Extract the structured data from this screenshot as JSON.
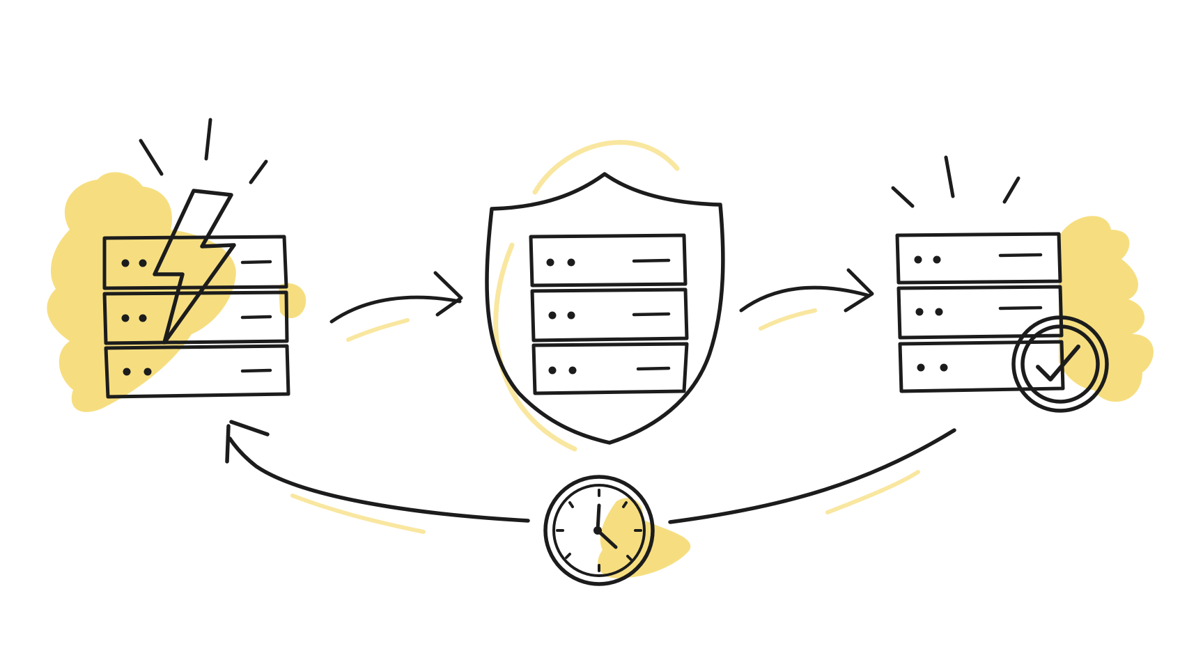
{
  "style": {
    "ink": "#1c1c1c",
    "accent": "#f6de80",
    "accent_light": "#f9e7a0",
    "background": "#ffffff"
  },
  "nodes": [
    {
      "id": "failing-server",
      "icon": "server-stack-lightning-icon",
      "status": "failure"
    },
    {
      "id": "protected-server",
      "icon": "shield-server-stack-icon",
      "status": "protected"
    },
    {
      "id": "restored-server",
      "icon": "server-stack-check-icon",
      "status": "restored"
    },
    {
      "id": "schedule",
      "icon": "clock-icon",
      "status": "recurring"
    }
  ],
  "flows": [
    {
      "from": "failing-server",
      "to": "protected-server",
      "icon": "arrow-right-icon"
    },
    {
      "from": "protected-server",
      "to": "restored-server",
      "icon": "arrow-right-icon"
    },
    {
      "from": "restored-server",
      "to": "failing-server",
      "via": "schedule",
      "icon": "return-arrow-icon"
    }
  ]
}
